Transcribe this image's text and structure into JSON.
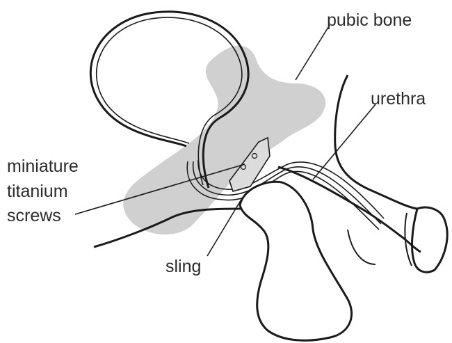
{
  "labels": {
    "pubic_bone": "pubic bone",
    "urethra": "urethra",
    "screws_line1": "miniature",
    "screws_line2": "titanium",
    "screws_line3": "screws",
    "sling": "sling"
  },
  "colors": {
    "ink": "#1a1a1a",
    "bone_shade": "#c8c8c8",
    "text": "#2b2b2b",
    "background": "#ffffff"
  }
}
